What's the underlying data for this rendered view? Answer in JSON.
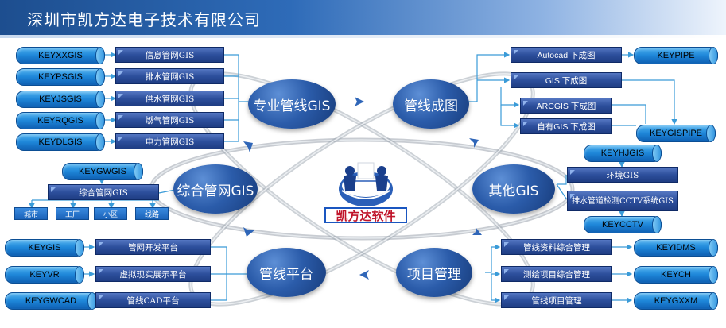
{
  "header": {
    "title": "深圳市凯方达电子技术有限公司"
  },
  "center": {
    "label": "凯方达软件"
  },
  "hubs": {
    "pro": "专业管线GIS",
    "map": "管线成图",
    "other": "其他GIS",
    "project": "项目管理",
    "platform": "管线平台",
    "comp": "综合管网GIS"
  },
  "pro_gis": {
    "items": [
      {
        "key": "KEYXXGIS",
        "label": "信息管网GIS"
      },
      {
        "key": "KEYPSGIS",
        "label": "排水管网GIS"
      },
      {
        "key": "KEYJSGIS",
        "label": "供水管网GIS"
      },
      {
        "key": "KEYRQGIS",
        "label": "燃气管网GIS"
      },
      {
        "key": "KEYDLGIS",
        "label": "电力管网GIS"
      }
    ]
  },
  "map_out": {
    "items": [
      "Autocad 下成图",
      "GIS 下成图",
      "ARCGIS 下成图",
      "自有GIS 下成图"
    ],
    "keys": [
      "KEYPIPE",
      "KEYGISPIPE"
    ]
  },
  "other_gis": {
    "items": [
      "环境GIS",
      "排水管道检测CCTV系统GIS"
    ],
    "keys": [
      "KEYHJGIS",
      "KEYCCTV"
    ]
  },
  "comp_gis": {
    "key": "KEYGWGIS",
    "label": "综合管网GIS",
    "subs": [
      "城市",
      "工厂",
      "小区",
      "线路"
    ]
  },
  "platform": {
    "items": [
      {
        "key": "KEYGIS",
        "label": "管网开发平台"
      },
      {
        "key": "KEYVR",
        "label": "虚拟现实展示平台"
      },
      {
        "key": "KEYGWCAD",
        "label": "管线CAD平台"
      }
    ]
  },
  "project": {
    "items": [
      {
        "key": "KEYIDMS",
        "label": "管线资料综合管理"
      },
      {
        "key": "KEYCH",
        "label": "测绘项目综合管理"
      },
      {
        "key": "KEYGXXM",
        "label": "管线项目管理"
      }
    ]
  }
}
